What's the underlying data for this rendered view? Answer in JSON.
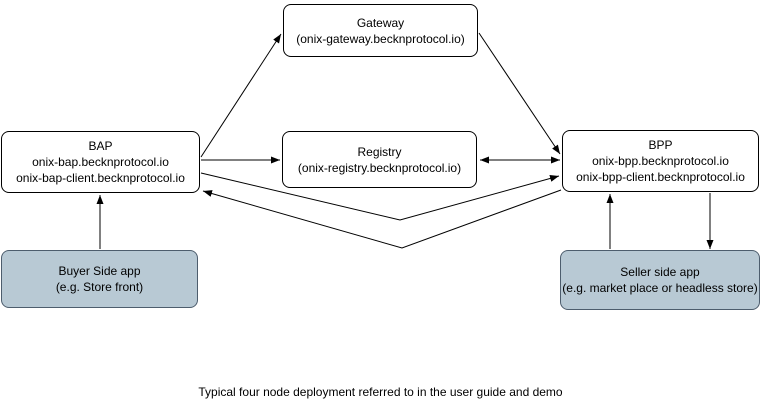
{
  "diagram": {
    "caption": "Typical four node deployment referred to in the user guide and demo",
    "colors": {
      "node_fill": "#ffffff",
      "node_border": "#000000",
      "app_fill": "#b8c9d4",
      "app_border": "#4d5d6d",
      "arrow": "#000000"
    },
    "nodes": {
      "gateway": {
        "lines": [
          "Gateway",
          "(onix-gateway.becknprotocol.io)"
        ]
      },
      "bap": {
        "lines": [
          "BAP",
          "onix-bap.becknprotocol.io",
          "onix-bap-client.becknprotocol.io"
        ]
      },
      "registry": {
        "lines": [
          "Registry",
          "(onix-registry.becknprotocol.io)"
        ]
      },
      "bpp": {
        "lines": [
          "BPP",
          "onix-bpp.becknprotocol.io",
          "onix-bpp-client.becknprotocol.io"
        ]
      },
      "buyer_app": {
        "lines": [
          "Buyer Side app",
          "(e.g. Store front)"
        ]
      },
      "seller_app": {
        "lines": [
          "Seller side app",
          "(e.g. market place or headless store)"
        ]
      }
    },
    "edges": [
      {
        "from": "bap",
        "to": "gateway",
        "direction": "one-way"
      },
      {
        "from": "gateway",
        "to": "bpp",
        "direction": "one-way"
      },
      {
        "from": "bap",
        "to": "registry",
        "direction": "one-way"
      },
      {
        "from": "registry",
        "to": "bpp",
        "direction": "two-way"
      },
      {
        "from": "bap",
        "to": "bpp",
        "direction": "one-way",
        "shape": "v-dip"
      },
      {
        "from": "bpp",
        "to": "bap",
        "direction": "one-way",
        "shape": "v-dip"
      },
      {
        "from": "buyer_app",
        "to": "bap",
        "direction": "one-way"
      },
      {
        "from": "seller_app",
        "to": "bpp",
        "direction": "one-way"
      },
      {
        "from": "bpp",
        "to": "seller_app",
        "direction": "one-way"
      }
    ]
  }
}
